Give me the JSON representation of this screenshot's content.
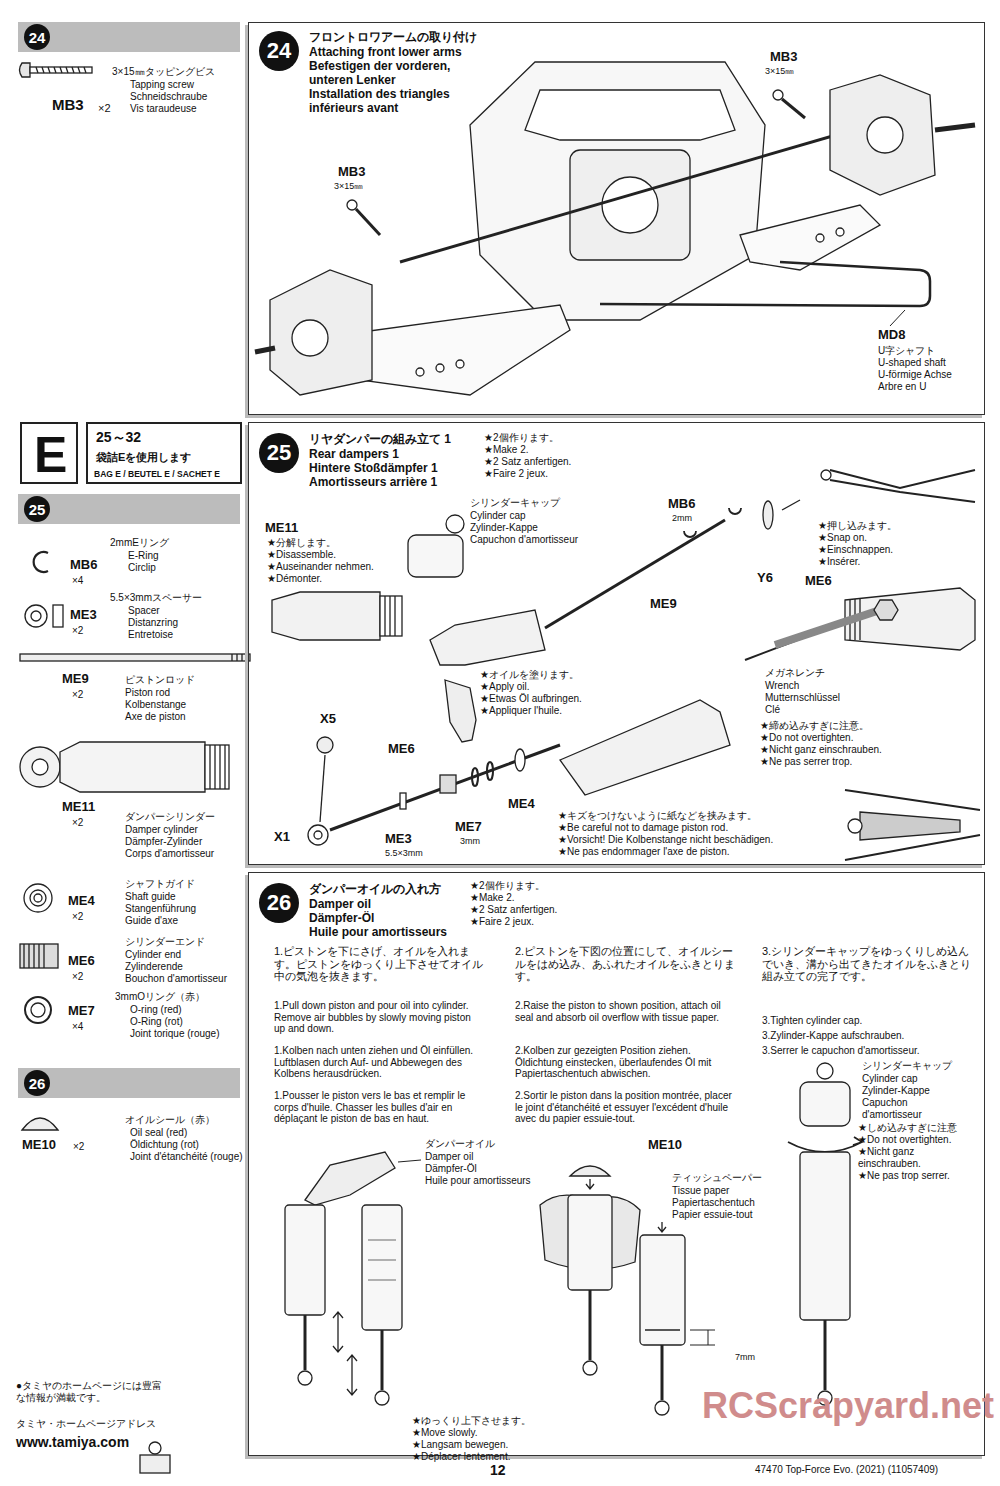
{
  "diagram": {
    "nodes": [
      {
        "text": [
          "24"
        ]
      },
      {
        "text": [
          "24",
          "フロントロワアームの取り付け",
          "Attaching front lower arms",
          "Befestigen der vorderen, unteren Lenker",
          "Installation des triangles inférieurs avant"
        ]
      },
      {
        "text": [
          "E"
        ]
      },
      {
        "text": [
          "25～32",
          "袋詰Eを使用します",
          "BAG E / BEUTEL E / SACHET E"
        ]
      },
      {
        "text": [
          "25"
        ]
      },
      {
        "text": [
          "25",
          "リヤダンパーの組み立て 1",
          "Rear dampers 1",
          "Hintere Stoßdämpfer 1",
          "Amortisseurs arrière 1"
        ]
      },
      {
        "text": [
          "26"
        ]
      },
      {
        "text": [
          "26",
          "ダンパーオイルの入れ方",
          "Damper oil",
          "Dämpfer-Öl",
          "Huile pour amortisseurs"
        ]
      }
    ],
    "labels": [
      "3×15㎜タッピングビス",
      "Tapping screw",
      "Schneidschraube",
      "Vis taraudeuse",
      "MB3",
      "×2",
      "MB3",
      "3×15㎜",
      "MB3",
      "3×15㎜",
      "MD8",
      "U字シャフト",
      "U-shaped shaft",
      "U-förmige Achse",
      "Arbre en U",
      "MB6",
      "×4",
      "2mmEリング",
      "E-Ring",
      "Circlip",
      "ME3",
      "×2",
      "5.5×3mmスペーサー",
      "Spacer",
      "Distanzring",
      "Entretoise",
      "ME9",
      "×2",
      "ピストンロッド",
      "Piston rod",
      "Kolbenstange",
      "Axe de piston",
      "ME11",
      "×2",
      "ダンパーシリンダー",
      "Damper cylinder",
      "Dämpfer-Zylinder",
      "Corps d'amortisseur",
      "ME4",
      "×2",
      "シャフトガイド",
      "Shaft guide",
      "Stangenführung",
      "Guide d'axe",
      "ME6",
      "×2",
      "シリンダーエンド",
      "Cylinder end",
      "Zylinderende",
      "Bouchon d'amortisseur",
      "ME7",
      "×4",
      "3mmOリング（赤）",
      "O-ring (red)",
      "O-Ring (rot)",
      "Joint torique (rouge)",
      "ME10",
      "×2",
      "オイルシール（赤）",
      "Oil seal (red)",
      "Öldichtung (rot)",
      "Joint d'étanchéité (rouge)",
      "●タミヤのホームページには豊富な情報が満載です。",
      "タミヤ・ホームページアドレス",
      "www.tamiya.com",
      "★2個作ります。",
      "★Make 2.",
      "★2 Satz anfertigen.",
      "★Faire 2 jeux.",
      "ME11",
      "★分解します。",
      "★Disassemble.",
      "★Auseinander nehmen.",
      "★Démonter.",
      "シリンダーキャップ",
      "Cylinder cap",
      "Zylinder-Kappe",
      "Capuchon d'amortisseur",
      "MB6",
      "2mm",
      "★押し込みます。",
      "★Snap on.",
      "★Einschnappen.",
      "★Insérer.",
      "Y6",
      "ME9",
      "ME6",
      "メガネレンチ",
      "Wrench",
      "Mutternschlüssel",
      "Clé",
      "★締め込みすぎに注意。",
      "★Do not overtighten.",
      "★Nicht ganz einschrauben.",
      "★Ne pas serrer trop.",
      "★オイルを塗ります。",
      "★Apply oil.",
      "★Etwas Öl aufbringen.",
      "★Appliquer l'huile.",
      "X5",
      "ME6",
      "ME4",
      "X1",
      "ME3",
      "5.5×3mm",
      "ME7",
      "3mm",
      "★キズをつけないように紙などを挟みます。",
      "★Be careful not to damage piston rod.",
      "★Vorsicht! Die Kolbenstange nicht beschädigen.",
      "★Ne pas endommager l'axe de piston.",
      "★2個作ります。",
      "★Make 2.",
      "★2 Satz anfertigen.",
      "★Faire 2 jeux.",
      "1.ピストンを下にさげ、オイルを入れます。ピストンをゆっくり上下させてオイル中の気泡を抜きます。",
      "1.Pull down piston and pour oil into cylinder. Remove air bubbles by slowly moving piston up and down.",
      "1.Kolben nach unten ziehen und Öl einfüllen. Luftblasen durch Auf- und Abbewegen des Kolbens herausdrücken.",
      "1.Pousser le piston vers le bas et remplir le corps d'huile. Chasser les bulles d'air en déplaçant le piston de bas en haut.",
      "2.ピストンを下図の位置にして、オイルシールをはめ込み、あふれたオイルをふきとります。",
      "2.Raise the piston to shown position, attach oil seal and absorb oil overflow with tissue paper.",
      "2.Kolben zur gezeigten Position ziehen. Öldichtung einstecken, überlaufendes Öl mit Papiertaschentuch abwischen.",
      "2.Sortir le piston dans la position montrée, placer le joint d'étanchéité et essuyer l'excédent d'huile avec du papier essuie-tout.",
      "3.シリンダーキャップをゆっくりしめ込んでいき、溝から出てきたオイルをふきとり組み立ての完了です。",
      "3.Tighten cylinder cap.",
      "3.Zylinder-Kappe aufschrauben.",
      "3.Serrer le capuchon d'amortisseur.",
      "シリンダーキャップ",
      "Cylinder cap",
      "Zylinder-Kappe",
      "Capuchon d'amortisseur",
      "★しめ込みすぎに注意",
      "★Do not overtighten.",
      "★Nicht ganz einschrauben.",
      "★Ne pas trop serrer.",
      "ダンパーオイル",
      "Damper oil",
      "Dämpfer-Öl",
      "Huile pour amortisseurs",
      "ME10",
      "ティッシュペーパー",
      "Tissue paper",
      "Papiertaschentuch",
      "Papier essuie-tout",
      "★ゆっくり上下させます。",
      "★Move slowly.",
      "★Langsam bewegen.",
      "★Déplacer lentement.",
      "7mm",
      "12",
      "47470 Top-Force Evo. (2021) (11057409)",
      "RCScrapyard.net"
    ]
  }
}
